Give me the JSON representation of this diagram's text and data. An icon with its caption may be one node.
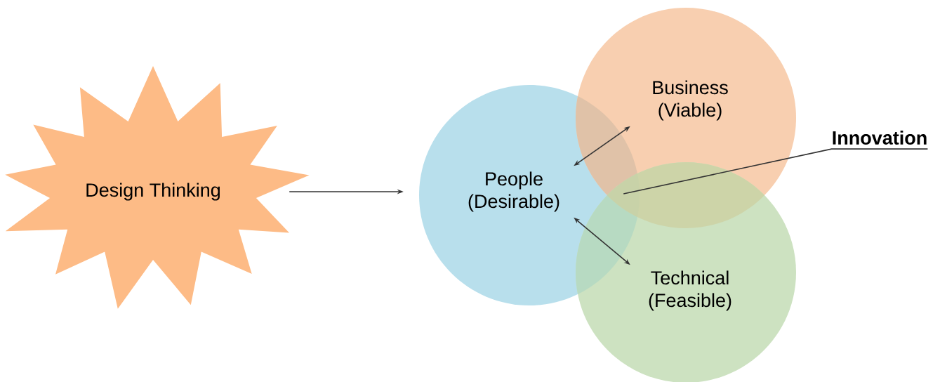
{
  "diagram": {
    "nodes": [
      {
        "text": [
          "Design Thinking"
        ]
      },
      {
        "text": [
          "People (Desirable)"
        ]
      },
      {
        "text": [
          "Business (Viable)"
        ]
      },
      {
        "text": [
          "Technical (Feasible)"
        ]
      },
      {
        "text": [
          "Innovation"
        ]
      },
      {
        "text": [],
        "shape": "triangle"
      }
    ],
    "edges": [
      {
        "from": 0,
        "to": 1,
        "arrow": "to"
      },
      {
        "from": 1,
        "to": 2,
        "arrow": "both"
      },
      {
        "from": 1,
        "to": 3,
        "arrow": "both"
      },
      {
        "from": 4,
        "to": 5,
        "arrow": "none"
      }
    ]
  }
}
